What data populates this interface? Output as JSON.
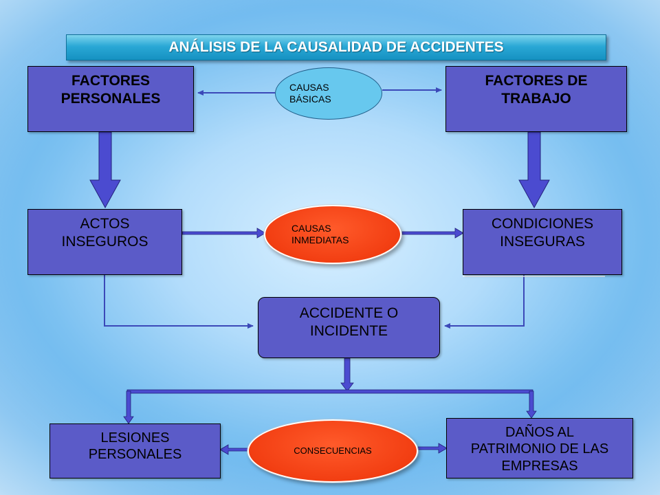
{
  "title": "ANÁLISIS DE LA CAUSALIDAD DE ACCIDENTES",
  "boxes": {
    "factores_personales": "FACTORES\nPERSONALES",
    "factores_trabajo": "FACTORES DE\nTRABAJO",
    "actos_inseguros": "ACTOS\nINSEGUROS",
    "condiciones_inseguras": "CONDICIONES\nINSEGURAS",
    "accidente": "ACCIDENTE O\nINCIDENTE",
    "lesiones": "LESIONES\nPERSONALES",
    "danos": "DAÑOS AL\nPATRIMONIO DE LAS\nEMPRESAS"
  },
  "ellipses": {
    "causas_basicas": "CAUSAS\nBÁSICAS",
    "causas_inmediatas": "CAUSAS\nINMEDIATAS",
    "consecuencias": "CONSECUENCIAS"
  },
  "colors": {
    "box_fill": "#5b5bc8",
    "arrow_fill": "#4b4bd0",
    "ellipse_blue": "#67c8ee",
    "ellipse_red": "#f23e12",
    "title_bar": "#1f9fd0"
  }
}
